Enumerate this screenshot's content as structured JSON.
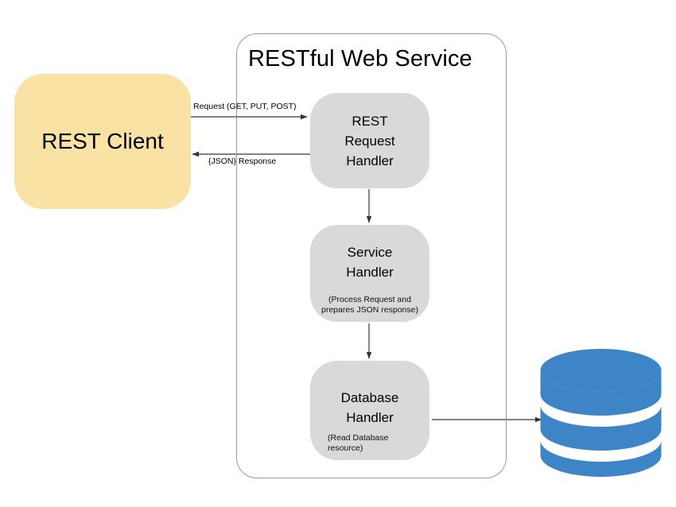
{
  "diagram": {
    "title": "RESTful Web Service",
    "client": {
      "label": "REST Client"
    },
    "nodes": [
      {
        "id": "rest-request-handler",
        "title": "REST\nRequest\nHandler",
        "subtitle": ""
      },
      {
        "id": "service-handler",
        "title": "Service\nHandler",
        "subtitle": "(Process Request and\nprepares JSON response)"
      },
      {
        "id": "database-handler",
        "title": "Database\nHandler",
        "subtitle": "(Read Database\nresource)"
      }
    ],
    "edges": [
      {
        "id": "request",
        "label": "Request (GET, PUT, POST)",
        "from": "rest-client",
        "to": "rest-request-handler"
      },
      {
        "id": "response",
        "label": "{JSON} Response",
        "from": "rest-request-handler",
        "to": "rest-client"
      },
      {
        "id": "to-service",
        "label": "",
        "from": "rest-request-handler",
        "to": "service-handler"
      },
      {
        "id": "to-database-handler",
        "label": "",
        "from": "service-handler",
        "to": "database-handler"
      },
      {
        "id": "to-database",
        "label": "",
        "from": "database-handler",
        "to": "database"
      }
    ],
    "database": {
      "label": ""
    },
    "colors": {
      "client_fill": "#fae1a4",
      "node_fill": "#d9d9d9",
      "container_stroke": "#9a9a9a",
      "database_fill": "#3d85c6",
      "arrow_stroke": "#595959",
      "text": "#000000"
    }
  }
}
